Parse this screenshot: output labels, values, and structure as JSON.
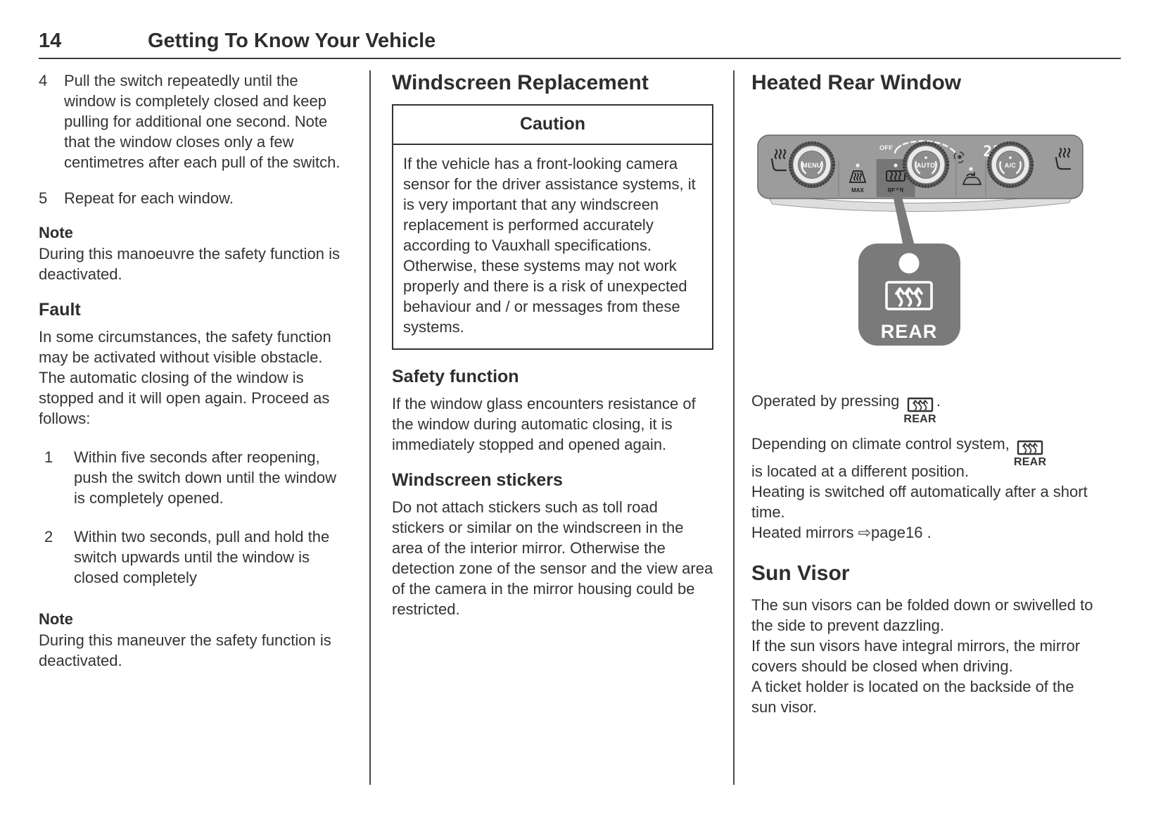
{
  "page": {
    "number": "14",
    "title": "Getting To Know Your Vehicle"
  },
  "col1": {
    "steps_top": [
      {
        "num": "4",
        "text": "Pull the switch repeatedly until the window is completely closed and keep pulling for additional one second. Note that the window closes only a few centimetres after each pull of the switch."
      },
      {
        "num": "5",
        "text": "Repeat for each window."
      }
    ],
    "note1": {
      "heading": "Note",
      "text": "During this manoeuvre the safety function is deactivated."
    },
    "fault": {
      "heading": "Fault",
      "text": "In some circumstances, the safety function may be activated without visible obstacle. The automatic closing of the window is stopped and it will open again. Proceed as follows:"
    },
    "steps_bottom": [
      {
        "num": "1",
        "text": "Within five seconds after reopening, push the switch down until the window is completely opened."
      },
      {
        "num": "2",
        "text": "Within two seconds, pull and hold the switch upwards until the window is closed completely"
      }
    ],
    "note2": {
      "heading": "Note",
      "text": "During this maneuver the safety function is deactivated."
    }
  },
  "windscreen": {
    "heading": "Windscreen Replacement",
    "caution": {
      "title": "Caution",
      "text": "If the vehicle has a front-looking camera sensor for the driver assistance systems, it is very important that any windscreen replacement is performed accurately according to Vauxhall specifications. Otherwise, these systems may not work properly and there is a risk of unexpected behaviour and / or messages from these systems."
    },
    "safety": {
      "heading": "Safety function",
      "text": "If the window glass encounters resistance of the window during automatic closing, it is immediately stopped and opened again."
    },
    "stickers": {
      "heading": "Windscreen stickers",
      "text": "Do not attach stickers such as toll road stickers or similar on the windscreen in the area of the interior mirror. Otherwise the detection zone of the sensor and the view area of the camera in the mirror housing could be restricted."
    }
  },
  "heated_rear": {
    "heading": "Heated Rear Window",
    "panel": {
      "menu": "MENU",
      "auto": "AUTO",
      "ac": "A/C",
      "off": "OFF",
      "max": "MAX",
      "rear": "REAR",
      "temp": "22"
    },
    "callout": {
      "label": "REAR"
    },
    "rear_ref_label": "REAR",
    "p1_before": "Operated by pressing",
    "p1_after": ".",
    "p2_before": "Depending on climate control system,",
    "p2_line2": "is located at a different position.",
    "p3": "Heating is switched off automatically after a short time.",
    "p4_before": "Heated mirrors ",
    "p4_link": "⇨page16",
    "p4_after": " ."
  },
  "sun_visor": {
    "heading": "Sun Visor",
    "lines": [
      "The sun visors can be folded down or swivelled to the side to prevent dazzling.",
      "If the sun visors have integral mirrors, the mirror covers should be closed when driving.",
      "A ticket holder is located on the backside of the sun visor."
    ]
  },
  "icons": {
    "heated_rear_window": "heated-rear-window-icon",
    "windscreen_defrost_max": "windscreen-defrost-icon",
    "heated_seat": "heated-seat-icon",
    "fan": "fan-icon",
    "air_recirculation": "air-recirculation-icon",
    "page_ref_arrow": "⇨",
    "colors": {
      "text": "#333333",
      "panel_gray": "#9c9c9c",
      "callout_gray": "#7a7a7a"
    }
  }
}
